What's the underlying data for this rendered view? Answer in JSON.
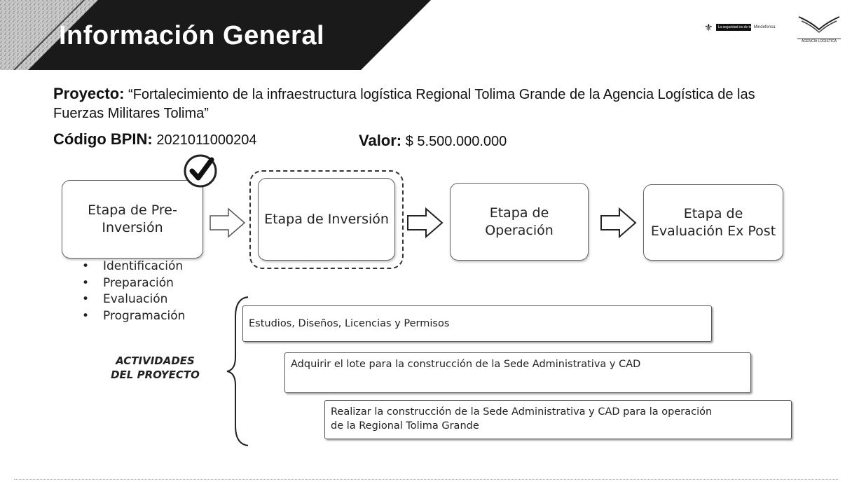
{
  "header": {
    "title": "Información General",
    "logo_ministry_text": "La seguridad es de todos",
    "logo_ministry_sub": "Mindefensa",
    "logo_agency_text": "AGENCIA LOGÍSTICA"
  },
  "project": {
    "label": "Proyecto:",
    "text": "“Fortalecimiento de la infraestructura logística Regional Tolima Grande de la Agencia Logística de las Fuerzas Militares Tolima”",
    "bpin_label": "Código BPIN:",
    "bpin_value": "2021011000204",
    "value_label": "Valor:",
    "value_value": "$ 5.500.000.000"
  },
  "stages": [
    {
      "label": "Etapa de Pre-Inversión",
      "completed": true
    },
    {
      "label": "Etapa de Inversión",
      "current": true
    },
    {
      "label": "Etapa de Operación"
    },
    {
      "label": "Etapa de Evaluación Ex Post"
    }
  ],
  "pre_investment_steps": [
    "Identificación",
    "Preparación",
    "Evaluación",
    "Programación"
  ],
  "activities_label": "ACTIVIDADES DEL PROYECTO",
  "activities": [
    "Estudios, Diseños, Licencias y Permisos",
    "Adquirir el lote para la construcción de la Sede Administrativa y CAD",
    "Realizar la construcción de la Sede Administrativa y CAD para la operación de la Regional Tolima Grande"
  ],
  "colors": {
    "banner": "#1a1a1a",
    "text": "#111111",
    "border": "#666666"
  }
}
